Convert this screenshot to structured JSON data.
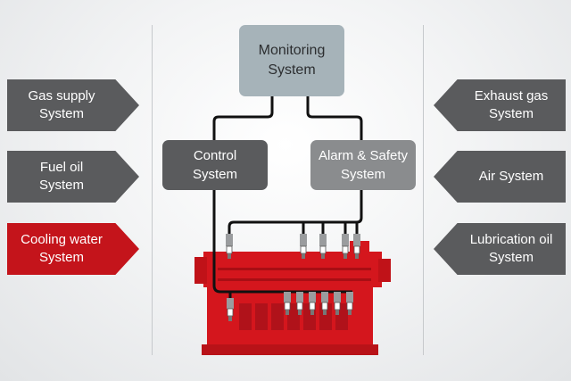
{
  "colors": {
    "dark_box": "#5a5b5d",
    "light_box": "#a6b3b9",
    "mid_box": "#8a8c8e",
    "accent_red": "#c4141b",
    "engine_red": "#d4161d",
    "wire": "#111111"
  },
  "center": {
    "monitoring": "Monitoring\nSystem",
    "control": "Control\nSystem",
    "alarm": "Alarm & Safety\nSystem"
  },
  "left_systems": [
    {
      "label": "Gas supply\nSystem",
      "style": "dark"
    },
    {
      "label": "Fuel oil\nSystem",
      "style": "dark"
    },
    {
      "label": "Cooling water\nSystem",
      "style": "red"
    }
  ],
  "right_systems": [
    {
      "label": "Exhaust gas\nSystem",
      "style": "dark"
    },
    {
      "label": "Air System",
      "style": "dark"
    },
    {
      "label": "Lubrication oil\nSystem",
      "style": "dark"
    }
  ],
  "icons": {
    "engine": "engine-block-icon",
    "sensor": "sensor-icon"
  }
}
